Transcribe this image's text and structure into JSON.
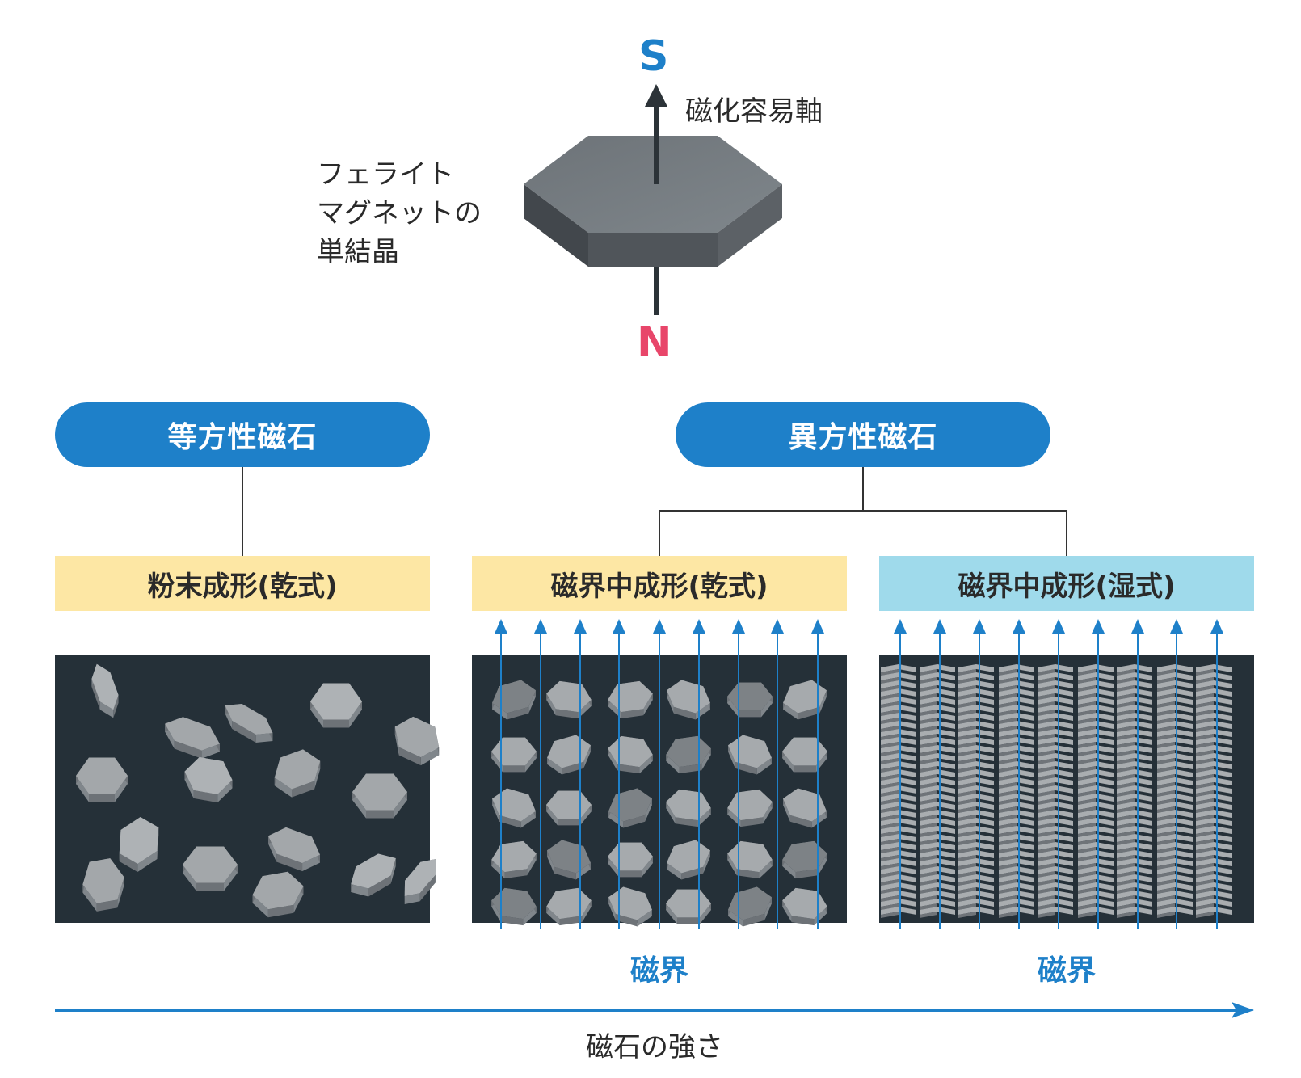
{
  "crystal": {
    "label_lines": [
      "フェライト",
      "マグネットの",
      "単結晶"
    ],
    "axis_label": "磁化容易軸",
    "pole_top": "S",
    "pole_bottom": "N"
  },
  "categories": {
    "isotropic": "等方性磁石",
    "anisotropic": "異方性磁石"
  },
  "methods": {
    "dry_powder": "粉末成形(乾式)",
    "field_dry": "磁界中成形(乾式)",
    "field_wet": "磁界中成形(湿式)"
  },
  "field_label_1": "磁界",
  "field_label_2": "磁界",
  "strength_label": "磁石の強さ",
  "colors": {
    "accent_blue": "#1e80c9",
    "pole_s": "#1e80c9",
    "pole_n": "#e8466a",
    "band_yellow": "#fde7a4",
    "band_cyan": "#9fdaeb",
    "panel_dark": "#253038"
  }
}
